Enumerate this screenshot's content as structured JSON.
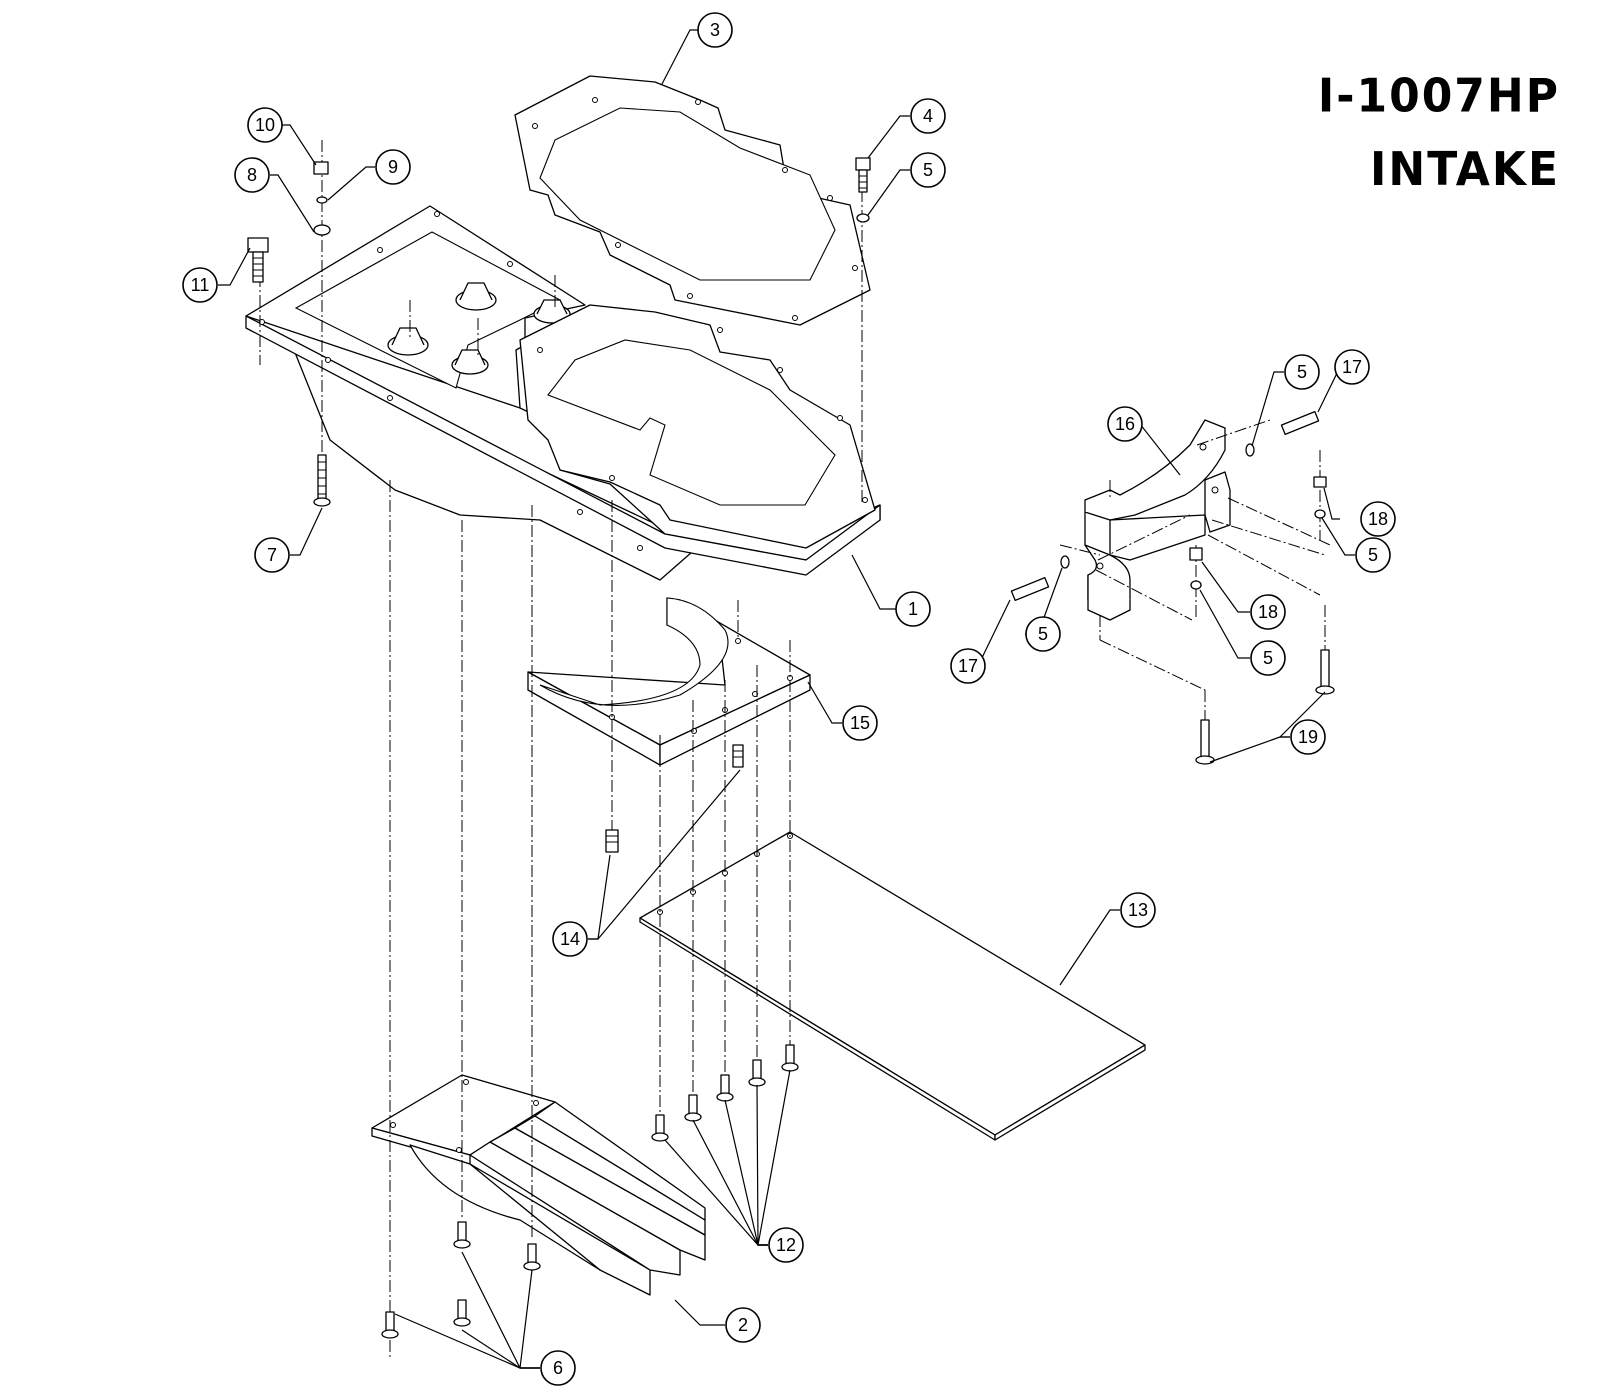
{
  "title": "I-1007HP INTAKE",
  "balloons": [
    {
      "id": "b1",
      "label": "1"
    },
    {
      "id": "b2",
      "label": "2"
    },
    {
      "id": "b3",
      "label": "3"
    },
    {
      "id": "b4",
      "label": "4"
    },
    {
      "id": "b5a",
      "label": "5"
    },
    {
      "id": "b5b",
      "label": "5"
    },
    {
      "id": "b5c",
      "label": "5"
    },
    {
      "id": "b5d",
      "label": "5"
    },
    {
      "id": "b5e",
      "label": "5"
    },
    {
      "id": "b6",
      "label": "6"
    },
    {
      "id": "b7",
      "label": "7"
    },
    {
      "id": "b8",
      "label": "8"
    },
    {
      "id": "b9",
      "label": "9"
    },
    {
      "id": "b10",
      "label": "10"
    },
    {
      "id": "b11",
      "label": "11"
    },
    {
      "id": "b12",
      "label": "12"
    },
    {
      "id": "b13",
      "label": "13"
    },
    {
      "id": "b14",
      "label": "14"
    },
    {
      "id": "b15",
      "label": "15"
    },
    {
      "id": "b16",
      "label": "16"
    },
    {
      "id": "b17a",
      "label": "17"
    },
    {
      "id": "b17b",
      "label": "17"
    },
    {
      "id": "b18a",
      "label": "18"
    },
    {
      "id": "b18b",
      "label": "18"
    },
    {
      "id": "b19",
      "label": "19"
    }
  ]
}
